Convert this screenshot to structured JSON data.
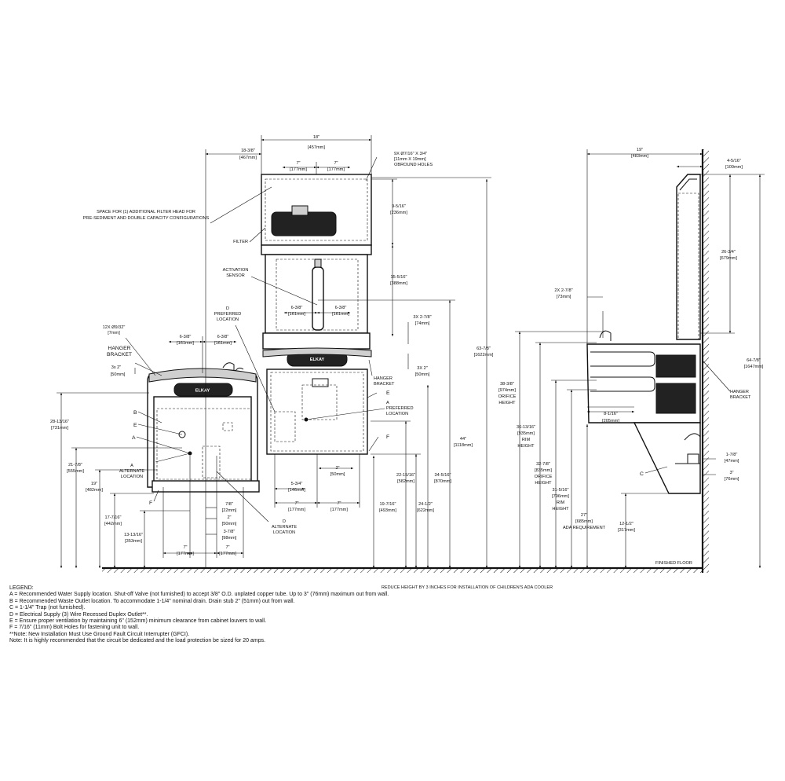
{
  "labels": {
    "filter_space": [
      "SPACE FOR (1) ADDITIONAL FILTER HEAD FOR",
      "PRE-SEDIMENT AND DOUBLE CAPACITY CONFIGURATIONS"
    ],
    "filter": "FILTER",
    "activation_sensor": [
      "ACTIVATION",
      "SENSOR"
    ],
    "d_preferred": [
      "D",
      "PREFERRED",
      "LOCATION"
    ],
    "twelve_x": [
      "12X Ø9/32\"",
      "[7mm]"
    ],
    "hanger_bracket_left": [
      "HANGER",
      "BRACKET"
    ],
    "hanger_bracket_mid": [
      "HANGER",
      "BRACKET"
    ],
    "hanger_bracket_right": [
      "HANGER",
      "BRACKET"
    ],
    "a_alternate": [
      "A",
      "ALTERNATE",
      "LOCATION"
    ],
    "d_alternate": [
      "D",
      "ALTERNATE",
      "LOCATION"
    ],
    "a_preferred": [
      "A",
      "PREFERRED",
      "LOCATION"
    ],
    "nine_x": [
      "9X Ø7/16\" X 3/4\"",
      "[11mm X 19mm]",
      "OBROUND HOLES"
    ],
    "letter_b": "B",
    "letter_e_left": "E",
    "letter_a_left": "A",
    "letter_f_left": "F",
    "letter_e_mid": "E",
    "letter_f_mid": "F",
    "letter_c": "C",
    "finished_floor": "FINISHED FLOOR",
    "reduce_height": "REDUCE HEIGHT BY 3 INCHES FOR INSTALLATION OF CHILDREN'S ADA COOLER",
    "brand": "ELKAY"
  },
  "dims": {
    "d18": [
      "18\"",
      "[457mm]"
    ],
    "d18_3_8": [
      "18-3/8\"",
      "[467mm]"
    ],
    "d7_a": [
      "7\"",
      "[177mm]"
    ],
    "d7_b": [
      "7\"",
      "[177mm]"
    ],
    "d9_5_16": [
      "9-5/16\"",
      "[236mm]"
    ],
    "d15_5_16": [
      "15-5/16\"",
      "[388mm]"
    ],
    "d63_7_8": [
      "63-7/8\"",
      "[1622mm]"
    ],
    "d44": [
      "44\"",
      "[1118mm]"
    ],
    "d6_3_8_c": [
      "6-3/8\"",
      "[161mm]"
    ],
    "d6_3_8_d": [
      "6-3/8\"",
      "[161mm]"
    ],
    "d3x_2_7_8": [
      "3X 2-7/8\"",
      "[74mm]"
    ],
    "d3x_2_mid": [
      "3X 2\"",
      "[50mm]"
    ],
    "d6_3_8_a": [
      "6-3/8\"",
      "[161mm]"
    ],
    "d6_3_8_b": [
      "6-3/8\"",
      "[161mm]"
    ],
    "d3x_2_left": [
      "3x 2\"",
      "[50mm]"
    ],
    "d28_13_16": [
      "28-13/16\"",
      "[731mm]"
    ],
    "d21_7_8": [
      "21-7/8\"",
      "[555mm]"
    ],
    "d19": [
      "19\"",
      "[482mm]"
    ],
    "d17_7_16": [
      "17-7/16\"",
      "[442mm]"
    ],
    "d13_13_16": [
      "13-13/16\"",
      "[353mm]"
    ],
    "d7_8": [
      "7/8\"",
      "[22mm]"
    ],
    "d2_left": [
      "2\"",
      "[50mm]"
    ],
    "d3_7_8": [
      "3-7/8\"",
      "[98mm]"
    ],
    "d7_c": [
      "7\"",
      "[177mm]"
    ],
    "d7_d": [
      "7\"",
      "[177mm]"
    ],
    "d5_3_4": [
      "5-3/4\"",
      "[146mm]"
    ],
    "d2_mid": [
      "2\"",
      "[50mm]"
    ],
    "d7_e": [
      "7\"",
      "[177mm]"
    ],
    "d7_f": [
      "7\"",
      "[177mm]"
    ],
    "d19_7_16": [
      "19-7/16\"",
      "[493mm]"
    ],
    "d22_15_16": [
      "22-15/16\"",
      "[582mm]"
    ],
    "d24_1_2": [
      "24-1/2\"",
      "[622mm]"
    ],
    "d34_5_16": [
      "34-5/16\"",
      "[870mm]"
    ],
    "d19_side": [
      "19\"",
      "[483mm]"
    ],
    "d4_5_16": [
      "4-5/16\"",
      "[109mm]"
    ],
    "d26_3_4": [
      "26-3/4\"",
      "[679mm]"
    ],
    "d2x_2_7_8": [
      "2X  2-7/8\"",
      "[73mm]"
    ],
    "d64_7_8": [
      "64-7/8\"",
      "[1647mm]"
    ],
    "d38_3_8": [
      "38-3/8\"",
      "[974mm]",
      "ORIFICE",
      "HEIGHT"
    ],
    "d36_13_16": [
      "36-13/16\"",
      "[935mm]",
      "RIM",
      "HEIGHT"
    ],
    "d8_1_16": [
      "8-1/16\"",
      "[205mm]"
    ],
    "d32_7_8": [
      "32-7/8\"",
      "[835mm]",
      "ORIFICE",
      "HEIGHT"
    ],
    "d31_5_16": [
      "31-5/16\"",
      "[796mm]",
      "RIM",
      "HEIGHT"
    ],
    "d27": [
      "27\"",
      "[685mm]",
      "ADA REQUIREMENT"
    ],
    "d12_1_2": [
      "12-1/2\"",
      "[317mm]"
    ],
    "d1_7_8": [
      "1-7/8\"",
      "[47mm]"
    ],
    "d3": [
      "3\"",
      "[76mm]"
    ]
  },
  "legend": {
    "title": "LEGEND:",
    "items": [
      "A = Recommended Water Supply location.  Shut-off Valve (not furnished) to accept 3/8\" O.D. unplated copper tube.  Up to 3\" (76mm) maximum out from wall.",
      "B = Recommended Waste Outlet location.  To accommodate 1-1/4\" nominal drain.  Drain stub 2\" (51mm) out from wall.",
      "C = 1-1/4\" Trap (not furnished).",
      "D = Electrical Supply (3) Wire Recessed Duplex Outlet**.",
      "E = Ensure proper ventilation by maintaining 6\" (152mm) minimum clearance from cabinet louvers to wall.",
      "F = 7/16\" (11mm) Bolt Holes for fastening unit to wall.",
      "**Note: New Installation Must Use Ground Fault Circuit Interrupter (GFCI).",
      "Note: It is highly recommended that the circuit be dedicated and the load protection be sized for 20 amps."
    ]
  }
}
